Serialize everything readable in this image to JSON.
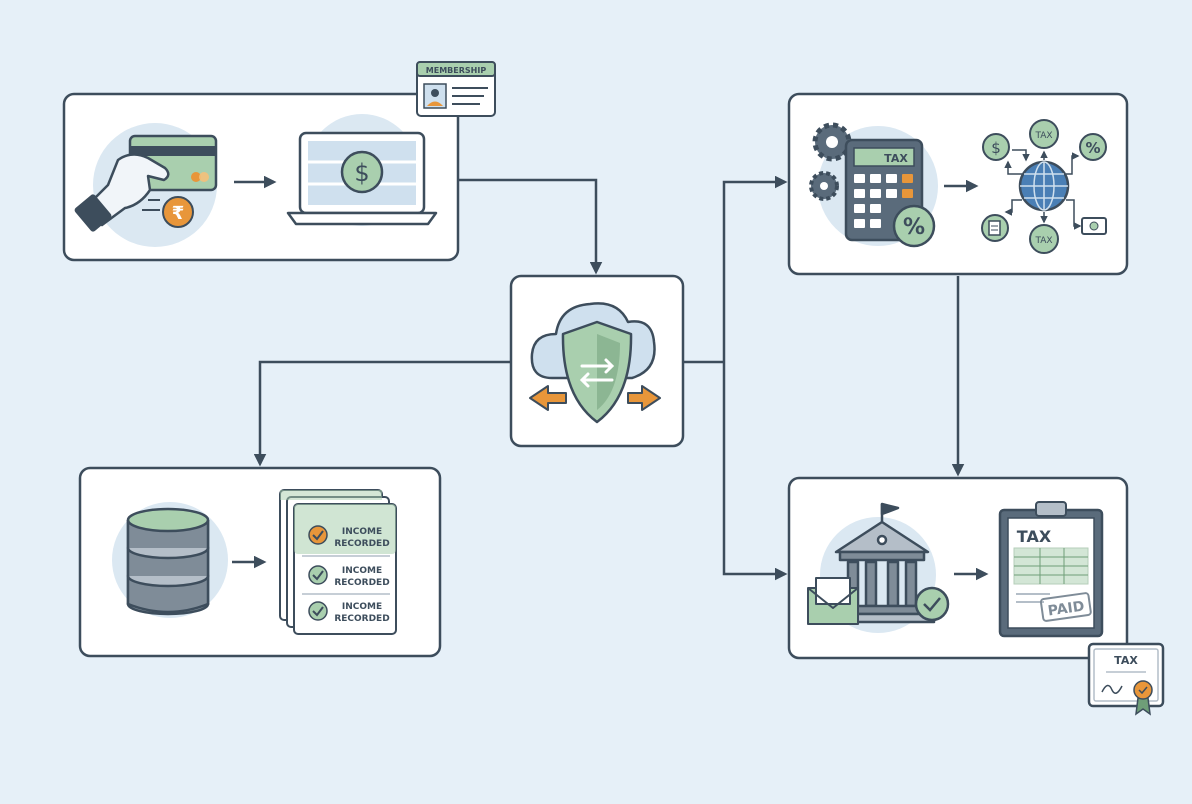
{
  "badges": {
    "membership": "MEMBERSHIP",
    "tax_certificate": "TAX"
  },
  "icons": {
    "currency_symbol": "₹",
    "dollar_symbol": "$",
    "percent_symbol": "%"
  },
  "calculator": {
    "display": "TAX"
  },
  "tax_network": {
    "top_label": "TAX",
    "bottom_label": "TAX"
  },
  "ledger": {
    "entries": [
      {
        "line1": "INCOME",
        "line2": "RECORDED"
      },
      {
        "line1": "INCOME",
        "line2": "RECORDED"
      },
      {
        "line1": "INCOME",
        "line2": "RECORDED"
      }
    ]
  },
  "tax_form": {
    "title": "TAX",
    "stamp": "PAID"
  },
  "colors": {
    "background": "#e6f0f8",
    "outline": "#3d4d5c",
    "green": "#a9cfae",
    "green_dark": "#6f9e78",
    "orange": "#e8963a",
    "blue_light": "#cfe0ee",
    "card": "#ffffff"
  }
}
